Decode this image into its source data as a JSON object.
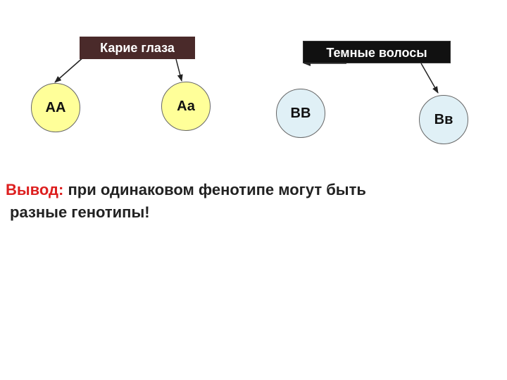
{
  "labels": {
    "eyes": "Карие глаза",
    "hair": "Темные волосы"
  },
  "genotypes": {
    "eyes": [
      "АА",
      "Аа"
    ],
    "hair": [
      "ВВ",
      "Вв"
    ]
  },
  "conclusion": {
    "lead": "Вывод:",
    "line1": " при одинаковом фенотипе могут быть",
    "line2": "разные генотипы!"
  },
  "colors": {
    "eyes_circle": "#ffff99",
    "hair_circle": "#e0f0f6",
    "conclusion_lead": "#dd1f1f"
  }
}
